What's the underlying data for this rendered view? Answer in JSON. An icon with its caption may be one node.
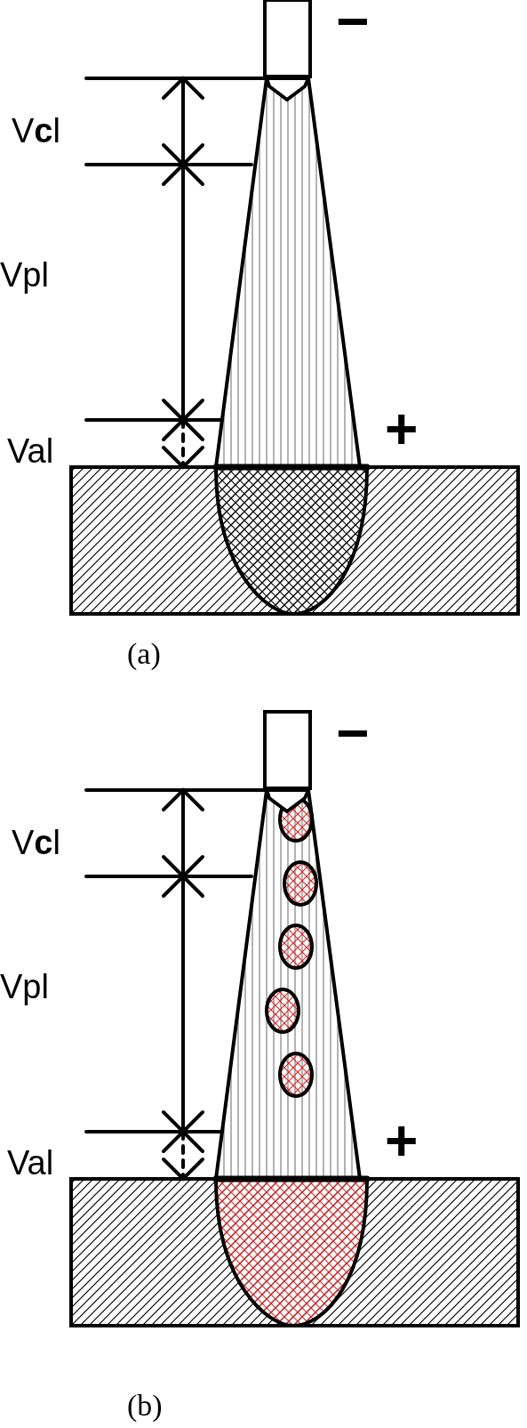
{
  "diagram": {
    "labels": [
      "−",
      "V**c**l",
      "Vpl",
      "+",
      "Val",
      "(a)",
      "−",
      "V**c**l",
      "Vpl",
      "+",
      "Val",
      "(b)"
    ]
  }
}
